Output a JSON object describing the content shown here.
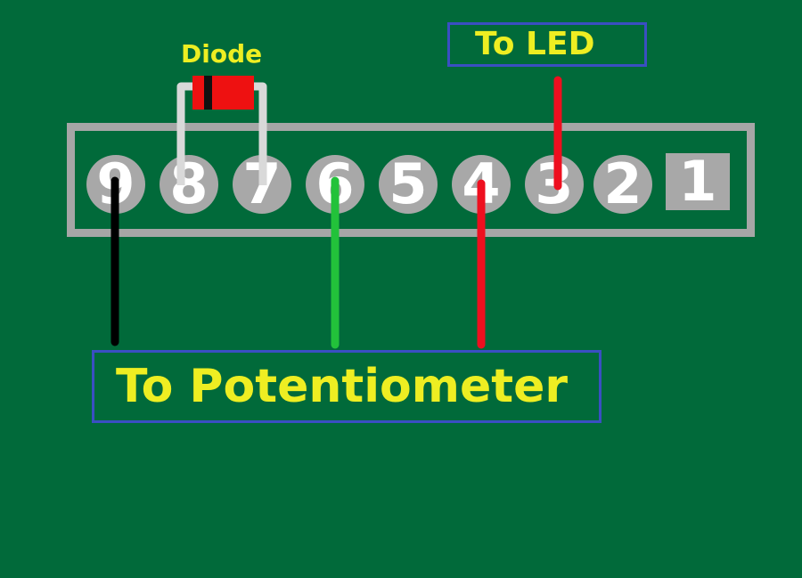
{
  "labels": {
    "diode": "Diode",
    "led": "To LED",
    "potentiometer": "To Potentiometer"
  },
  "pins": [
    {
      "number": "9",
      "shape": "round"
    },
    {
      "number": "8",
      "shape": "round"
    },
    {
      "number": "7",
      "shape": "round"
    },
    {
      "number": "6",
      "shape": "round"
    },
    {
      "number": "5",
      "shape": "round"
    },
    {
      "number": "4",
      "shape": "round"
    },
    {
      "number": "3",
      "shape": "round"
    },
    {
      "number": "2",
      "shape": "round"
    },
    {
      "number": "1",
      "shape": "square"
    }
  ],
  "wires": [
    {
      "pin": "9",
      "color": "#000000",
      "to": "potentiometer"
    },
    {
      "pin": "6",
      "color": "#22c23a",
      "to": "potentiometer"
    },
    {
      "pin": "4",
      "color": "#ee0f1f",
      "to": "potentiometer"
    },
    {
      "pin": "3",
      "color": "#ee0f1f",
      "to": "led"
    }
  ],
  "diode": {
    "pins": [
      "8",
      "7"
    ],
    "body_color": "#ee1111",
    "band_color": "#111111",
    "lead_color": "#d9d9d9"
  },
  "colors": {
    "background": "#016a3a",
    "label_text": "#eeee22",
    "label_border": "#3a4fc2",
    "connector": "#a6a6a6"
  }
}
